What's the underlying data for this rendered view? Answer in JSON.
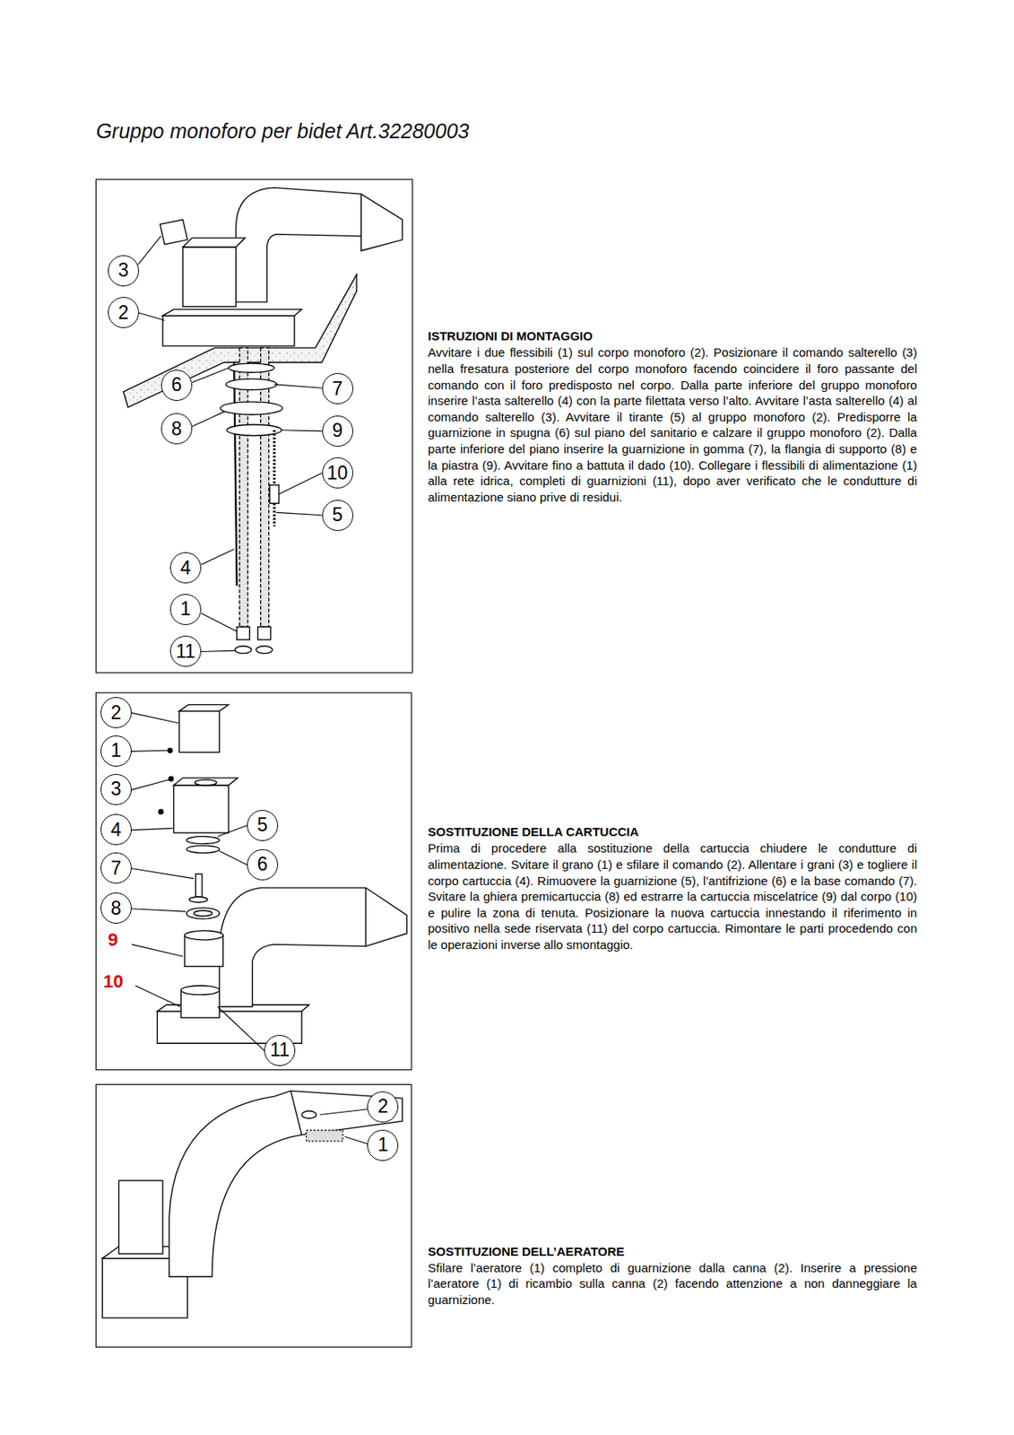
{
  "diagram": {
    "title": "Gruppo monoforo per bidet Art.32280003",
    "nodes": [
      {
        "text": [
          "3"
        ]
      },
      {
        "text": [
          "2"
        ]
      },
      {
        "text": [
          "6"
        ]
      },
      {
        "text": [
          "7"
        ]
      },
      {
        "text": [
          "8"
        ]
      },
      {
        "text": [
          "9"
        ]
      },
      {
        "text": [
          "10"
        ]
      },
      {
        "text": [
          "5"
        ]
      },
      {
        "text": [
          "4"
        ]
      },
      {
        "text": [
          "1"
        ]
      },
      {
        "text": [
          "11"
        ]
      },
      {
        "text": [
          "2"
        ]
      },
      {
        "text": [
          "1"
        ]
      },
      {
        "text": [
          "3"
        ]
      },
      {
        "text": [
          "4"
        ]
      },
      {
        "text": [
          "5"
        ]
      },
      {
        "text": [
          "6"
        ]
      },
      {
        "text": [
          "7"
        ]
      },
      {
        "text": [
          "8"
        ]
      },
      {
        "text": [
          "11"
        ]
      },
      {
        "text": [
          "2"
        ]
      },
      {
        "text": [
          "1"
        ]
      }
    ],
    "labels": [
      "ISTRUZIONI DI MONTAGGIO",
      "Avvitare i due flessibili (1) sul corpo monoforo (2). Posizionare il comando salterello (3) nella fresatura posteriore del corpo monoforo facendo coincidere il foro passante del comando con il foro predisposto nel corpo. Dalla parte inferiore del gruppo monoforo inserire l’asta salterello (4) con la parte filettata verso l’alto. Avvitare l’asta salterello (4) al comando salterello (3). Avvitare il tirante (5) al gruppo monoforo (2). Predisporre la guarnizione in spugna (6) sul piano del sanitario e calzare il gruppo monoforo (2). Dalla parte inferiore del piano inserire la guarnizione in gomma (7), la flangia di supporto (8) e la piastra (9). Avvitare fino a battuta il dado (10). Collegare i flessibili di alimentazione (1) alla rete idrica, completi di guarnizioni (11), dopo aver verificato che le condutture di alimentazione siano prive di residui.",
      "9",
      "10",
      "SOSTITUZIONE DELLA CARTUCCIA",
      "Prima di procedere alla sostituzione della cartuccia chiudere le condutture di alimentazione. Svitare il grano (1) e sfilare il comando (2). Allentare i grani (3) e togliere il corpo cartuccia (4). Rimuovere la guarnizione (5), l’antifrizione (6) e la base comando (7). Svitare la ghiera premicartuccia (8) ed estrarre la cartuccia miscelatrice (9) dal corpo (10) e pulire la zona di tenuta. Posizionare la nuova cartuccia innestando il riferimento in positivo nella sede riservata (11) del corpo cartuccia. Rimontare le parti procedendo con le operazioni inverse allo smontaggio.",
      "SOSTITUZIONE DELL’AERATORE",
      "Sfilare l’aeratore (1) completo di guarnizione dalla canna (2). Inserire a pressione l’aeratore (1) di ricambio sulla canna (2) facendo attenzione a non danneggiare la guarnizione."
    ]
  }
}
